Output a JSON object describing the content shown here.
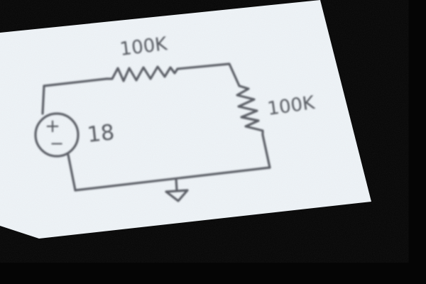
{
  "components": {
    "resistor_top": {
      "value": "100K"
    },
    "resistor_right": {
      "value": "100K"
    },
    "voltage_source": {
      "value": "18",
      "plus_symbol": "+",
      "minus_symbol": "−"
    }
  },
  "colors": {
    "background": "#050505",
    "paper": "#eef3f7",
    "ink": "#5c5f66"
  }
}
